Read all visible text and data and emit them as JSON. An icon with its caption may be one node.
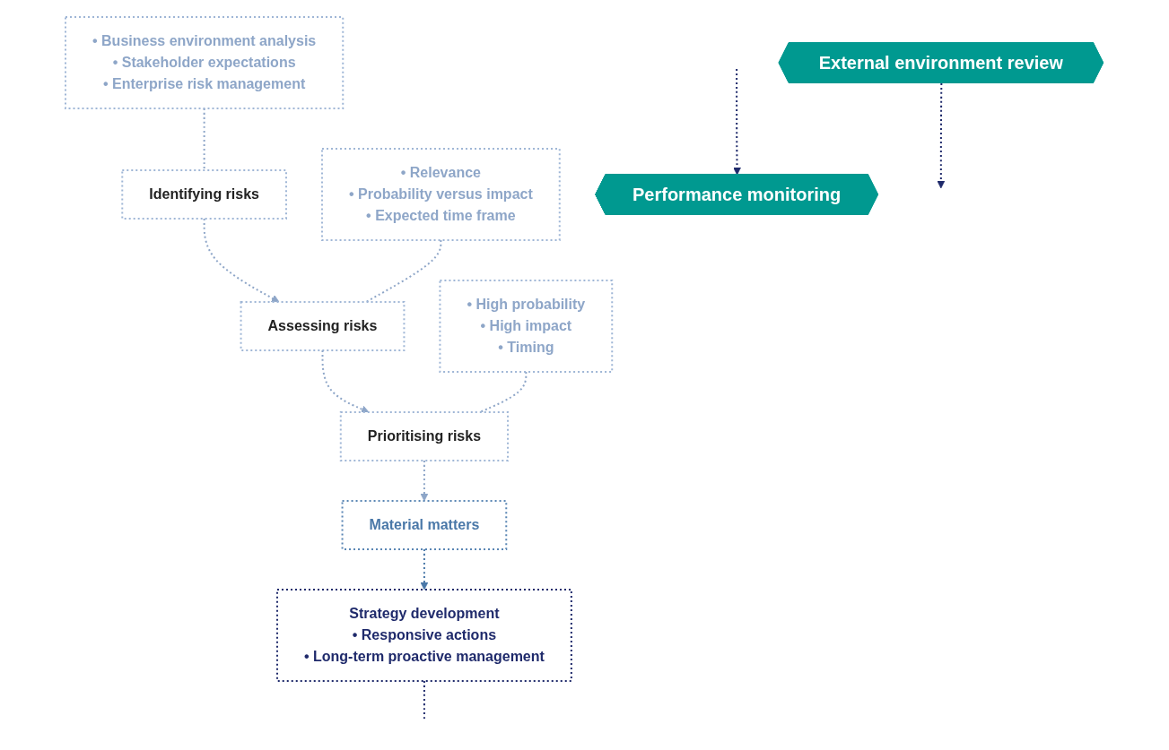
{
  "diagram": {
    "nodes": [
      {
        "text": [
          "• Business environment analysis",
          "• Stakeholder expectations",
          "• Enterprise risk management"
        ]
      },
      {
        "text": [
          "Identifying risks"
        ]
      },
      {
        "text": [
          "• Relevance",
          "• Probability versus impact",
          "• Expected time frame"
        ]
      },
      {
        "text": [
          "Assessing risks"
        ]
      },
      {
        "text": [
          "• High probability",
          "• High impact",
          "• Timing"
        ]
      },
      {
        "text": [
          "Prioritising risks"
        ]
      },
      {
        "text": [
          "Material matters"
        ]
      },
      {
        "text": [
          "Strategy development",
          "• Responsive actions",
          "• Long-term proactive management"
        ]
      },
      {
        "text": [
          "External environment review"
        ]
      },
      {
        "text": [
          "Performance monitoring"
        ]
      }
    ],
    "edges": [
      {
        "from": 0,
        "to": 1,
        "arrow": "none"
      },
      {
        "from": 1,
        "to": 3,
        "arrow": "to"
      },
      {
        "from": 2,
        "to": 3,
        "arrow": "none"
      },
      {
        "from": 3,
        "to": 5,
        "arrow": "to"
      },
      {
        "from": 4,
        "to": 5,
        "arrow": "none"
      },
      {
        "from": 5,
        "to": 6,
        "arrow": "to"
      },
      {
        "from": 6,
        "to": 7,
        "arrow": "to",
        "color": "#4a78a8"
      },
      {
        "from": 8,
        "to": null,
        "arrow": "to",
        "color": "#1f2a6b"
      },
      {
        "from": 7,
        "to": null,
        "arrow": "none",
        "color": "#1f2a6b"
      },
      {
        "from": null,
        "to": 9,
        "arrow": "to",
        "color": "#1f2a6b"
      }
    ]
  }
}
